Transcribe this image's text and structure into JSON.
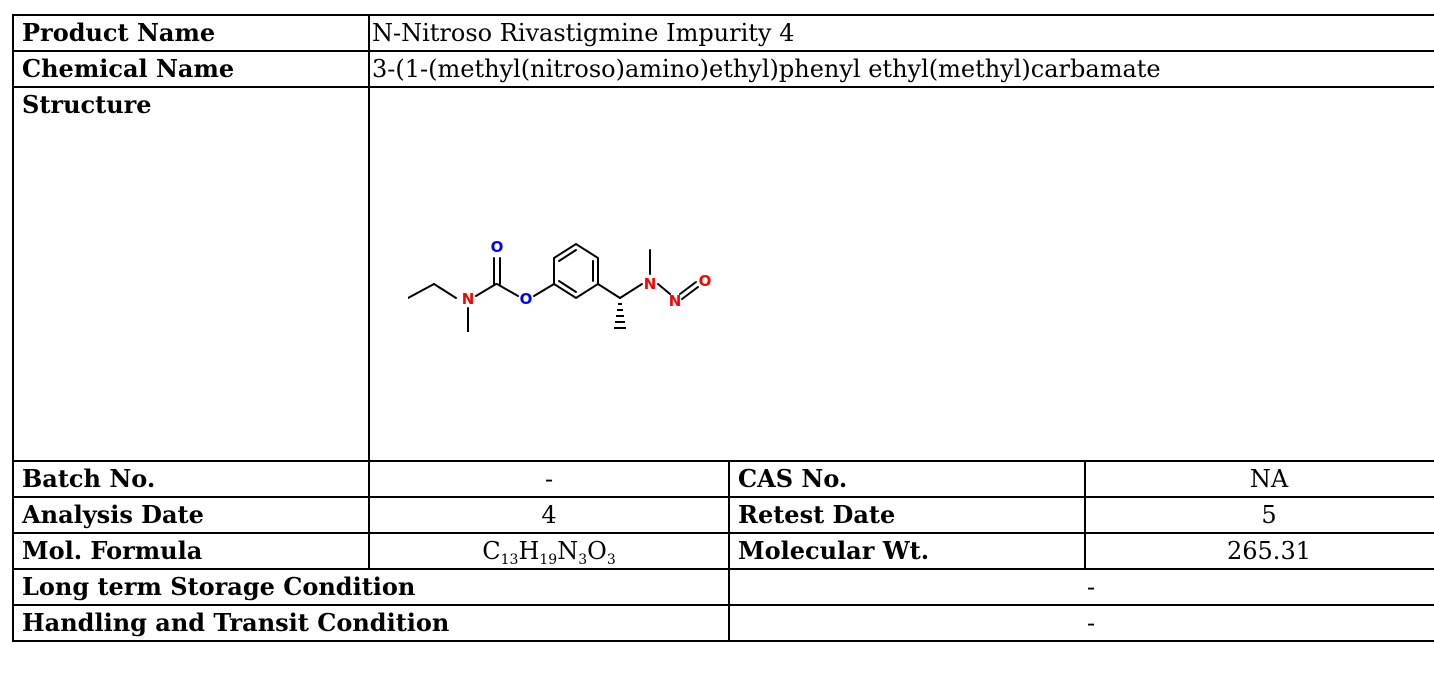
{
  "rows": {
    "product_name": {
      "label": "Product Name",
      "value": "N-Nitroso Rivastigmine Impurity 4"
    },
    "chemical_name": {
      "label": "Chemical Name",
      "value": "3-(1-(methyl(nitroso)amino)ethyl)phenyl ethyl(methyl)carbamate"
    },
    "structure": {
      "label": "Structure"
    },
    "batch_no": {
      "label": "Batch No.",
      "value": "-"
    },
    "cas_no": {
      "label": "CAS No.",
      "value": "NA"
    },
    "analysis_date": {
      "label": "Analysis Date",
      "value": "4"
    },
    "retest_date": {
      "label": "Retest Date",
      "value": "5"
    },
    "mol_formula": {
      "label": "Mol. Formula",
      "parts": [
        {
          "el": "C",
          "n": "13"
        },
        {
          "el": "H",
          "n": "19"
        },
        {
          "el": "N",
          "n": "3"
        },
        {
          "el": "O",
          "n": "3"
        }
      ]
    },
    "molecular_wt": {
      "label": "Molecular Wt.",
      "value": "265.31"
    },
    "long_term_storage": {
      "label": "Long term Storage Condition",
      "value": "-"
    },
    "handling_transit": {
      "label": "Handling and Transit Condition",
      "value": "-"
    }
  },
  "structure_atoms": {
    "carbonyl_o": "O",
    "ester_o": "O",
    "carbamate_n": "N",
    "amine_n": "N",
    "nitroso_n": "N",
    "nitroso_o": "O"
  },
  "colors": {
    "text": "#000000",
    "border": "#000000",
    "background": "#ffffff",
    "oxygen": "#0000ff",
    "nitrogen": "#ff0000",
    "nitroso_oxygen": "#ff0000",
    "bond": "#000000"
  }
}
